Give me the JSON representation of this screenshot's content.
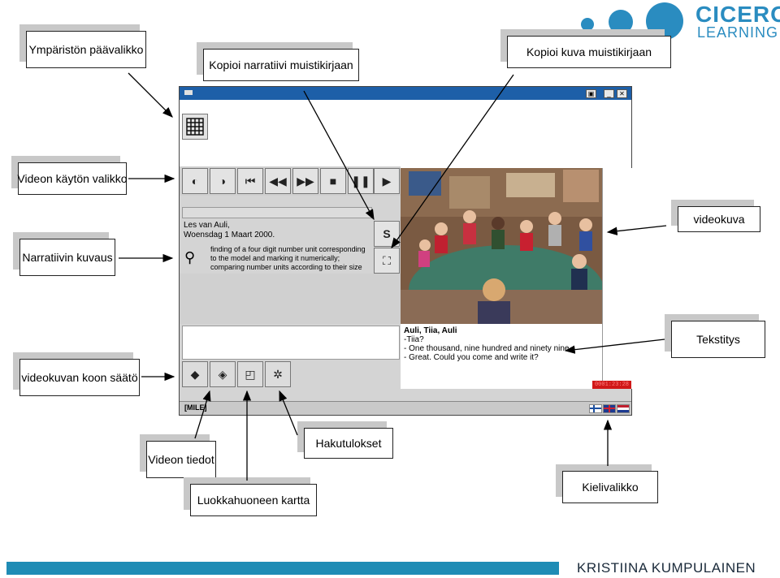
{
  "brand": {
    "logo_line1": "CICERO",
    "logo_line2": "LEARNING",
    "colors": {
      "dot": "#2a8cc0",
      "bar": "#1f8cb5",
      "logo": "#2a8cc0"
    }
  },
  "callouts": {
    "main_menu": "Ympäristön päävalikko",
    "copy_narrative": "Kopioi narratiivi muistikirjaan",
    "copy_image": "Kopioi kuva muistikirjaan",
    "video_menu": "Videon käytön valikko",
    "narrative_desc": "Narratiivin kuvaus",
    "video_image": "videokuva",
    "subtitle": "Tekstitys",
    "video_size": "videokuvan koon säätö",
    "video_info": "Videon tiedot",
    "search_results": "Hakutulokset",
    "classroom_map": "Luokkahuoneen kartta",
    "language_menu": "Kielivalikko"
  },
  "app": {
    "narrative_header_line1": "Les van Auli,",
    "narrative_header_line2": "Woensdag 1 Maart 2000.",
    "narrative_text_line1": "finding of a four digit number unit corresponding",
    "narrative_text_line2": "to the model and marking it numerically;",
    "narrative_text_line3": "comparing number units according to their size",
    "subtitle_speakers": "Auli, Tiia, Auli",
    "subtitle_line1": "-Tiia?",
    "subtitle_line2": "- One thousand, nine hundred and ninety nine.",
    "subtitle_line3": "- Great. Could you come and write it?",
    "status_label": "[MILE]",
    "timecode": "0001:23:28"
  },
  "footer": {
    "author": "KRISTIINA KUMPULAINEN"
  }
}
